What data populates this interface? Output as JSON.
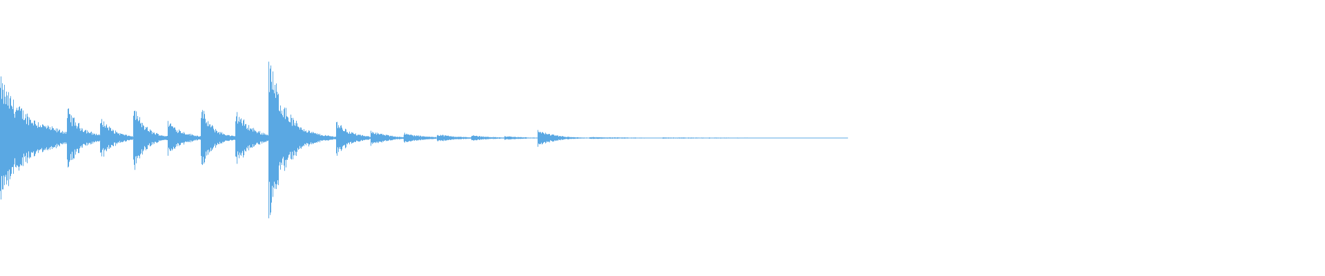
{
  "waveform": {
    "color": "#5aa8e3",
    "background": "#ffffff",
    "duration_fraction_with_audio": 0.64,
    "segments": [
      {
        "start": 0.0,
        "end": 0.051,
        "peak": 0.6,
        "decay": 0.45
      },
      {
        "start": 0.051,
        "end": 0.076,
        "peak": 0.3,
        "decay": 0.45
      },
      {
        "start": 0.076,
        "end": 0.101,
        "peak": 0.22,
        "decay": 0.4
      },
      {
        "start": 0.101,
        "end": 0.127,
        "peak": 0.32,
        "decay": 0.35
      },
      {
        "start": 0.127,
        "end": 0.152,
        "peak": 0.18,
        "decay": 0.45
      },
      {
        "start": 0.152,
        "end": 0.178,
        "peak": 0.3,
        "decay": 0.35
      },
      {
        "start": 0.178,
        "end": 0.203,
        "peak": 0.28,
        "decay": 0.5
      },
      {
        "start": 0.203,
        "end": 0.254,
        "peak": 0.82,
        "decay": 0.25
      },
      {
        "start": 0.254,
        "end": 0.28,
        "peak": 0.18,
        "decay": 0.4
      },
      {
        "start": 0.28,
        "end": 0.305,
        "peak": 0.08,
        "decay": 0.5
      },
      {
        "start": 0.305,
        "end": 0.33,
        "peak": 0.05,
        "decay": 0.6
      },
      {
        "start": 0.33,
        "end": 0.356,
        "peak": 0.04,
        "decay": 0.6
      },
      {
        "start": 0.356,
        "end": 0.381,
        "peak": 0.03,
        "decay": 0.6
      },
      {
        "start": 0.381,
        "end": 0.406,
        "peak": 0.02,
        "decay": 0.6
      },
      {
        "start": 0.406,
        "end": 0.445,
        "peak": 0.09,
        "decay": 0.3
      },
      {
        "start": 0.445,
        "end": 0.5,
        "peak": 0.01,
        "decay": 0.8
      },
      {
        "start": 0.5,
        "end": 0.64,
        "peak": 0.006,
        "decay": 0.9
      }
    ]
  }
}
